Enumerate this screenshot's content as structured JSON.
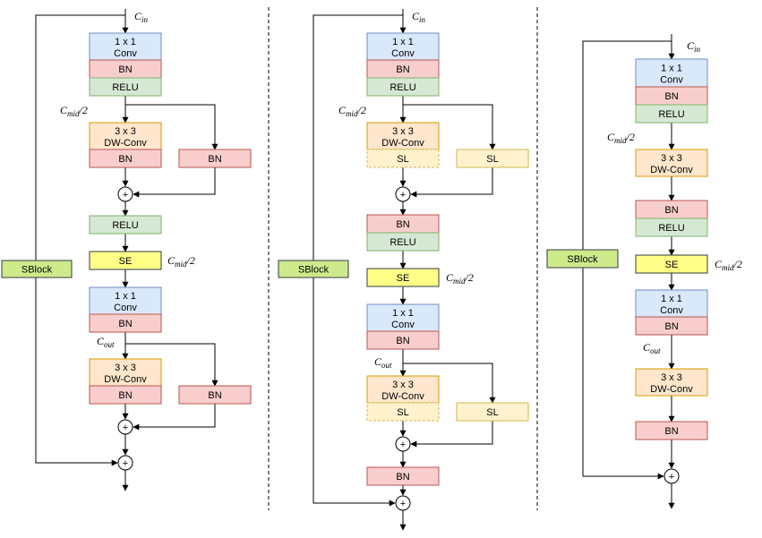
{
  "colors": {
    "conv_fill": "#dae8fc",
    "conv_stroke": "#6c8ebf",
    "bn_fill": "#f8cecc",
    "bn_stroke": "#b85450",
    "relu_fill": "#d5e8d4",
    "relu_stroke": "#82b366",
    "dw_fill": "#ffe6cc",
    "dw_stroke": "#d79b00",
    "sl_fill": "#fff2cc",
    "sl_stroke": "#d6b656",
    "se_fill": "#ffff88",
    "se_stroke": "#36393d",
    "sblock_fill": "#cdeb8b",
    "sblock_stroke": "#36393d"
  },
  "labels": {
    "conv1x1_l1": "1 x 1",
    "conv1x1_l2": "Conv",
    "dw_l1": "3 x 3",
    "dw_l2": "DW-Conv",
    "bn": "BN",
    "relu": "RELU",
    "se": "SE",
    "sl": "SL",
    "sblock": "SBlock",
    "plus": "+",
    "c_in": "C",
    "c_in_sub": "in",
    "c_mid": "C",
    "c_mid_sub": "mid",
    "c_mid_suffix": "/2",
    "c_out": "C",
    "c_out_sub": "out"
  }
}
